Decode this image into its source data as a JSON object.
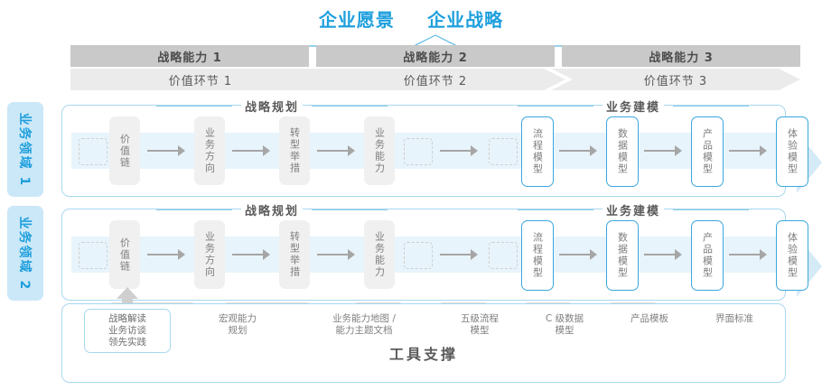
{
  "header": {
    "titles": [
      "企业愿景",
      "企业战略"
    ],
    "accent_color": "#1e9fdd"
  },
  "capability_bar": {
    "bg_color": "#c9c9c9",
    "items": [
      "战略能力 1",
      "战略能力 2",
      "战略能力 3"
    ]
  },
  "value_bar": {
    "bg_color": "#ebebeb",
    "items": [
      "价值环节 1",
      "价值环节 2",
      "价值环节 3"
    ]
  },
  "domains": [
    {
      "label": "业务领域 1"
    },
    {
      "label": "业务领域 2"
    }
  ],
  "sections": {
    "planning": "战略规划",
    "modeling": "业务建模"
  },
  "row_nodes": {
    "planning": [
      "价值链",
      "业务方向",
      "转型举措",
      "业务能力"
    ],
    "modeling": [
      "流程模型",
      "数据模型",
      "产品模型",
      "体验模型"
    ]
  },
  "notes": [
    "战略解读\n业务访谈\n领先实践",
    "宏观能力\n规划",
    "业务能力地图 /\n能力主题文档",
    "五级流程\n模型",
    "C 级数据\n模型",
    "产品模板",
    "界面标准"
  ],
  "tool_support": {
    "title": "工具支撑"
  },
  "colors": {
    "blue": "#1e9fdd",
    "blue_light": "#a8d8ef",
    "band": "#e8f4fb",
    "node_gray": "#f0f0f0",
    "text_gray": "#7d7d7d"
  }
}
